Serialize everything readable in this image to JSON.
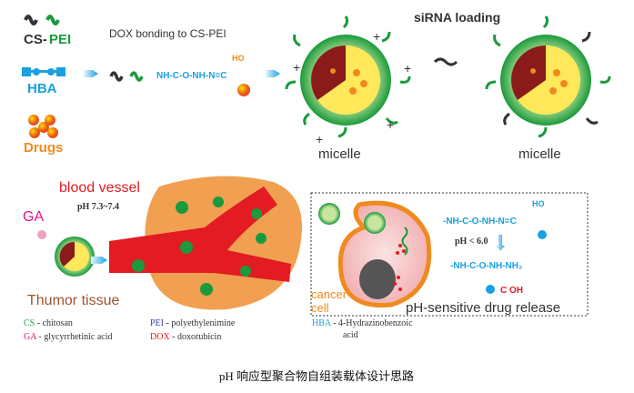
{
  "labels": {
    "cs_pei_cs": "CS-",
    "cs_pei_pei": "PEI",
    "hba": "HBA",
    "drugs": "Drugs",
    "dox_bonding": "DOX bonding to CS-PEI",
    "conjugate_chain": "NH-C-O-NH-N=C",
    "conjugate_ho": "HO",
    "sirna_loading": "siRNA loading",
    "micelle_1": "micelle",
    "micelle_2": "micelle",
    "blood_vessel": "blood vessel",
    "ph_blood": "pH 7.3~7.4",
    "ga": "GA",
    "thumor_tissue": "Thumor tissue",
    "cancer_cell": "cancer",
    "cancer_cell_2": "cell",
    "ph_release": "pH-sensitive drug release",
    "ph_threshold": "pH < 6.0",
    "formula_top": "-NH-C-O-NH-N=C",
    "formula_top_ho": "HO",
    "formula_bottom": "-NH-C-O-NH-NH₂",
    "formula_bottom_oh": "C OH"
  },
  "legend": [
    {
      "abbr": "CS",
      "text": " - chitosan",
      "color": "#1a9a3c"
    },
    {
      "abbr": "GA",
      "text": " - glycyrrhetinic acid",
      "color": "#e0147e"
    },
    {
      "abbr": "PEI",
      "text": " - polyethylenimine",
      "color": "#3a3aa8"
    },
    {
      "abbr": "DOX",
      "text": " - doxorubicin",
      "color": "#e31b23"
    },
    {
      "abbr": "HBA",
      "text": " - 4-Hydrazinobenzoic",
      "color": "#1aa0e0"
    }
  ],
  "legend_hba_cont": "acid",
  "caption": "pH 响应型聚合物自组装载体设计思路",
  "colors": {
    "green": "#1a9a3c",
    "blue": "#1aa0e0",
    "orange": "#f08a1e",
    "red": "#e31b23",
    "dark": "#333333"
  }
}
